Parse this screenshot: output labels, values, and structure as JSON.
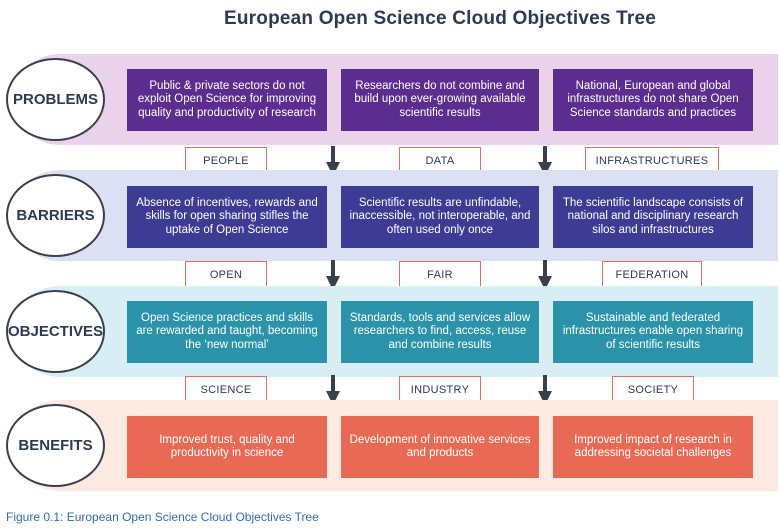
{
  "title": "European Open Science Cloud Objectives Tree",
  "caption": "Figure 0.1: European Open Science Cloud Objectives Tree",
  "colors": {
    "problems_band": "#e9d3ea",
    "barriers_band": "#dbe1f2",
    "objectives_band": "#d7eef5",
    "benefits_band": "#fbe9e2",
    "problems_box": "#5b2d8e",
    "barriers_box": "#3d3b94",
    "objectives_box": "#2a93aa",
    "benefits_box": "#e86a55",
    "label_border": "#e0705b"
  },
  "rows": [
    {
      "name": "PROBLEMS",
      "boxes": [
        "Public & private sectors do not exploit Open Science for improving quality and productivity of research",
        "Researchers do not combine and build upon ever-growing available scientific results",
        "National, European and global infrastructures do not share Open Science standards and practices"
      ]
    },
    {
      "name": "BARRIERS",
      "boxes": [
        "Absence of incentives, rewards and skills for open sharing stifles the uptake of Open Science",
        "Scientific results are unfindable, inaccessible, not interoperable, and often used only once",
        "The scientific landscape consists of national and disciplinary research silos and infrastructures"
      ]
    },
    {
      "name": "OBJECTIVES",
      "boxes": [
        "Open Science practices and skills are rewarded and taught, becoming the ‘new normal’",
        "Standards, tools and services allow researchers to find, access, reuse and combine results",
        "Sustainable and federated infrastructures enable open sharing of scientific results"
      ]
    },
    {
      "name": "BENEFITS",
      "boxes": [
        "Improved trust, quality and productivity in science",
        "Development of innovative services and products",
        "Improved impact of research in addressing societal challenges"
      ]
    }
  ],
  "connectors": [
    [
      "PEOPLE",
      "DATA",
      "INFRASTRUCTURES"
    ],
    [
      "OPEN",
      "FAIR",
      "FEDERATION"
    ],
    [
      "SCIENCE",
      "INDUSTRY",
      "SOCIETY"
    ]
  ]
}
